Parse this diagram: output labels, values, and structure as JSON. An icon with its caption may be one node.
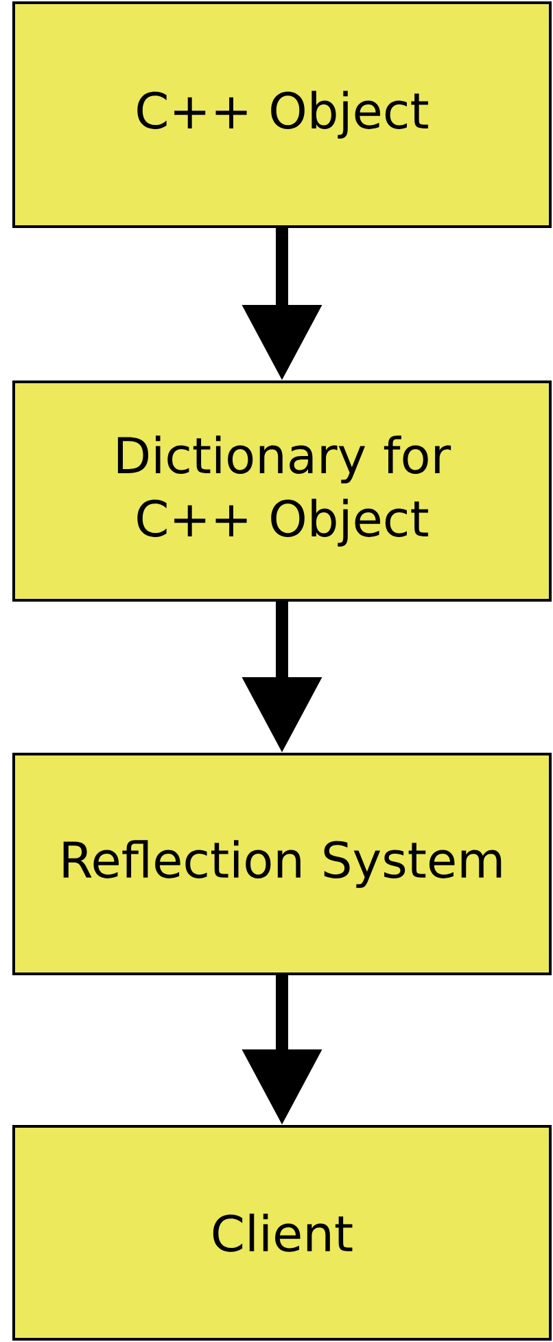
{
  "diagram": {
    "nodes": [
      {
        "text": [
          "C++ Object"
        ]
      },
      {
        "text": [
          "Dictionary for C++ Object"
        ]
      },
      {
        "text": [
          "Reflection System"
        ]
      },
      {
        "text": [
          "Client"
        ]
      }
    ],
    "edges": [
      {
        "from": 0,
        "to": 1,
        "arrow": "to"
      },
      {
        "from": 1,
        "to": 2,
        "arrow": "to"
      },
      {
        "from": 2,
        "to": 3,
        "arrow": "to"
      }
    ]
  }
}
